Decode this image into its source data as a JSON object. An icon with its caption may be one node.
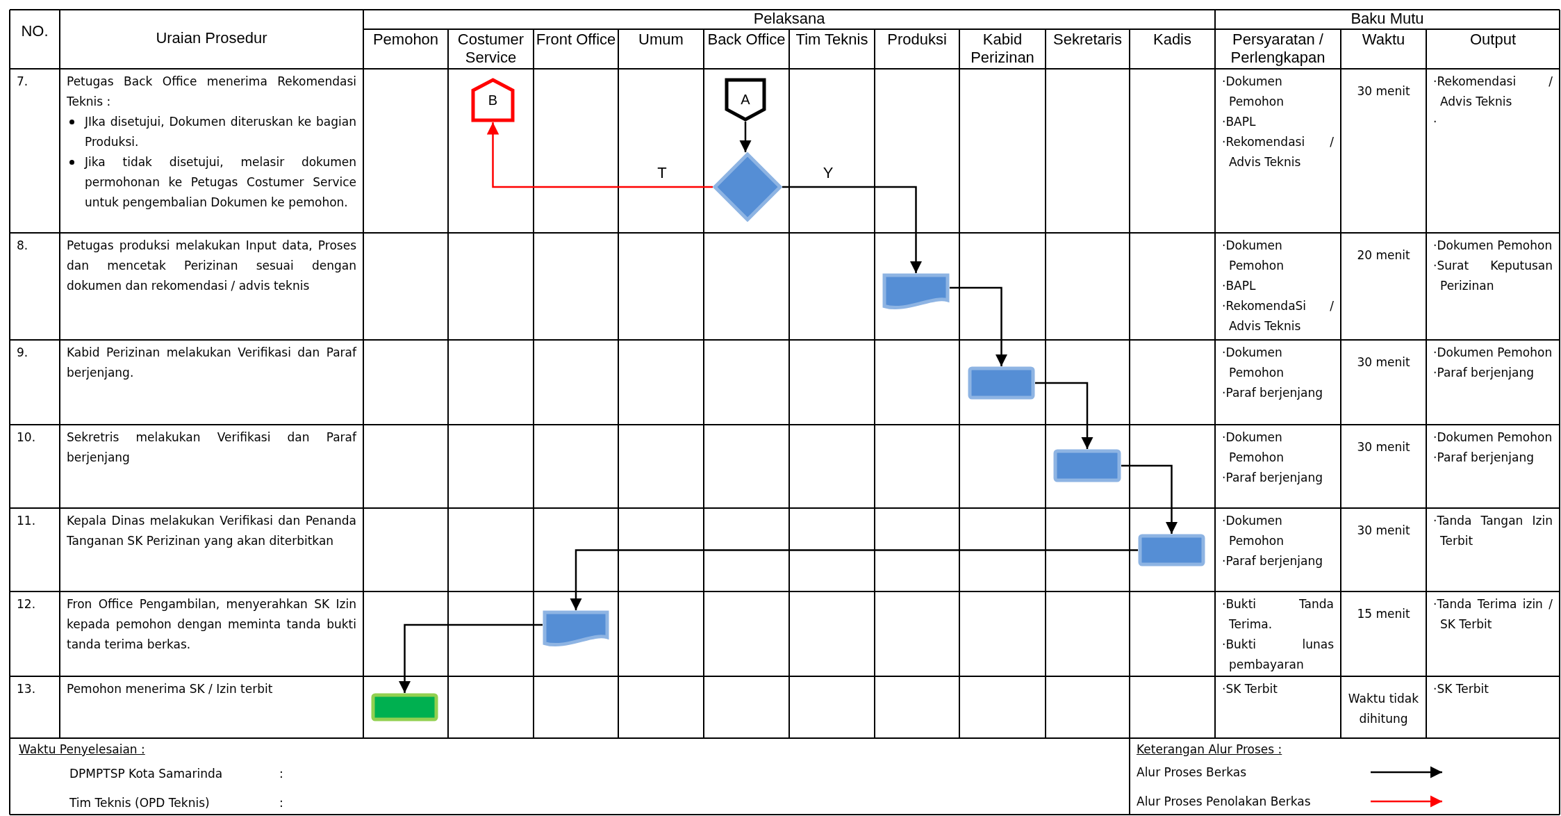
{
  "diagram": {
    "nodes": [
      {
        "text": [
          "B"
        ]
      },
      {
        "text": [
          "A"
        ]
      },
      {
        "text": [],
        "shape": "diamond"
      },
      {
        "text": [],
        "shape": "document"
      },
      {
        "text": [],
        "shape": "box"
      },
      {
        "text": [],
        "shape": "box"
      },
      {
        "text": [],
        "shape": "box"
      },
      {
        "text": [],
        "shape": "document"
      },
      {
        "text": [],
        "shape": "box"
      }
    ],
    "edges": [
      {
        "from": 1,
        "to": 2,
        "arrow": "to"
      },
      {
        "from": 2,
        "to": 0,
        "arrow": "to",
        "label": "T",
        "color": "#ff0000"
      },
      {
        "from": 2,
        "to": 3,
        "arrow": "to",
        "label": "Y"
      },
      {
        "from": 3,
        "to": 4,
        "arrow": "to"
      },
      {
        "from": 4,
        "to": 5,
        "arrow": "to"
      },
      {
        "from": 5,
        "to": 6,
        "arrow": "to"
      },
      {
        "from": 6,
        "to": 7,
        "arrow": "to"
      },
      {
        "from": 7,
        "to": 8,
        "arrow": "to"
      }
    ],
    "labels": [
      "NO.",
      "Uraian Prosedur",
      "Pelaksana",
      "Baku Mutu",
      "Pemohon",
      "Costumer Service",
      "Front Office",
      "Umum",
      "Back Office",
      "Tim Teknis",
      "Produksi",
      "Kabid Perizinan",
      "Sekretaris",
      "Kadis",
      "Persyaratan / Perlengkapan",
      "Waktu",
      "Output",
      "7.",
      "Petugas Back Office menerima Rekomendasi Teknis :",
      "JIka disetujui, Dokumen diteruskan ke bagian Produksi.",
      "Jika tidak disetujui, melasir dokumen permohonan ke Petugas Costumer Service untuk pengembalian Dokumen ke pemohon.",
      "·Dokumen Pemohon",
      "·BAPL",
      "·Rekomendasi / Advis Teknis",
      "30 menit",
      "·Rekomendasi / Advis Teknis",
      "·",
      "8.",
      "Petugas produksi melakukan Input data, Proses dan mencetak Perizinan sesuai dengan dokumen dan rekomendasi / advis teknis",
      "·Dokumen Pemohon",
      "·BAPL",
      "·RekomendaSi / Advis Teknis",
      "20 menit",
      "·Dokumen Pemohon",
      "·Surat Keputusan Perizinan",
      "9.",
      "Kabid Perizinan melakukan Verifikasi dan Paraf berjenjang.",
      "·Dokumen Pemohon",
      "·Paraf berjenjang",
      "30 menit",
      "·Dokumen Pemohon",
      "·Paraf berjenjang",
      "10.",
      "Sekretris melakukan Verifikasi dan Paraf berjenjang",
      "·Dokumen Pemohon",
      "·Paraf berjenjang",
      "30 menit",
      "·Dokumen Pemohon",
      "·Paraf berjenjang",
      "11.",
      "Kepala Dinas melakukan Verifikasi dan Penanda Tanganan SK Perizinan yang akan diterbitkan",
      "·Dokumen Pemohon",
      "·Paraf berjenjang",
      "30 menit",
      "·Tanda Tangan Izin Terbit",
      "12.",
      "Fron Office Pengambilan, menyerahkan SK Izin kepada pemohon dengan meminta tanda bukti tanda terima berkas.",
      "·Bukti Tanda Terima.",
      "·Bukti lunas pembayaran",
      "15 menit",
      "·Tanda Terima izin / SK Terbit",
      "13.",
      "Pemohon menerima SK / Izin terbit",
      "·SK Terbit",
      "Waktu tidak dihitung",
      "·SK Terbit",
      "Waktu Penyelesaian :",
      "DPMPTSP Kota Samarinda",
      ":",
      "Tim Teknis (OPD Teknis)",
      ":",
      "Keterangan Alur Proses :"
    ],
    "legend": [
      {
        "text": "Alur Proses Berkas"
      },
      {
        "text": "Alur Proses Penolakan Berkas"
      }
    ]
  }
}
